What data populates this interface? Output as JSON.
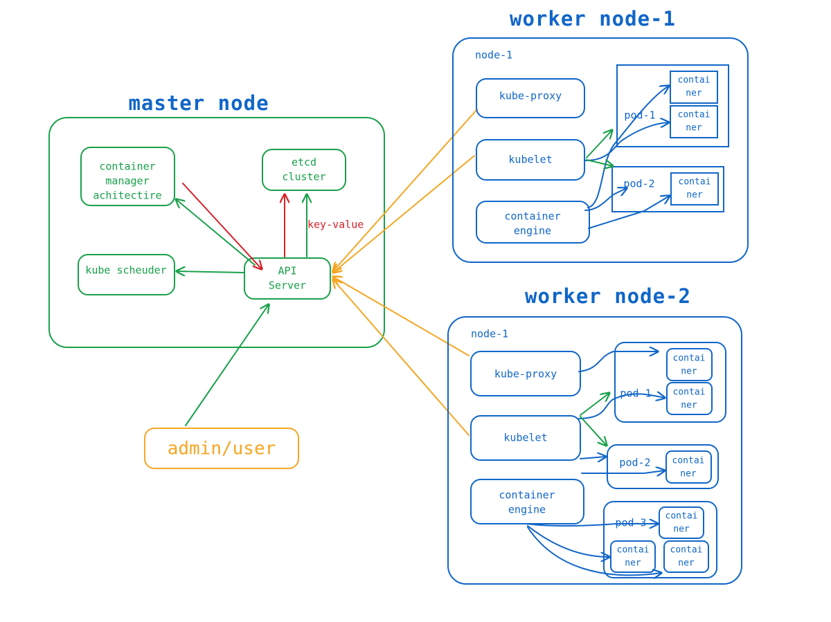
{
  "diagram": {
    "kind": "kubernetes-architecture-diagram",
    "colors": {
      "blue": "#1066c8",
      "green": "#19a04a",
      "red": "#d81f26",
      "orange": "#f5a623",
      "background": "#ffffff"
    },
    "titles": {
      "master": "master node",
      "worker1": "worker node-1",
      "worker2": "worker node-2"
    },
    "master_node": {
      "components": [
        {
          "id": "controller-manager",
          "label_lines": [
            "container",
            "manager",
            "achitectire"
          ]
        },
        {
          "id": "kube-scheduler",
          "label_lines": [
            "kube scheuder"
          ]
        },
        {
          "id": "etcd-cluster",
          "label_lines": [
            "etcd",
            "cluster"
          ]
        },
        {
          "id": "api-server",
          "label_lines": [
            "API",
            "Server"
          ]
        }
      ],
      "edge_labels": [
        {
          "id": "etcd-link",
          "text": "key-value",
          "color": "#d81f26"
        }
      ]
    },
    "actor": {
      "label": "admin/user"
    },
    "worker_node_1": {
      "inner_label": "node-1",
      "components": [
        {
          "id": "kube-proxy",
          "label_lines": [
            "kube-proxy"
          ]
        },
        {
          "id": "kubelet",
          "label_lines": [
            "kubelet"
          ]
        },
        {
          "id": "container-engine",
          "label_lines": [
            "container",
            "engine"
          ]
        }
      ],
      "pods": [
        {
          "id": "pod-1",
          "label": "pod-1",
          "containers": [
            {
              "label_lines": [
                "contai",
                "ner"
              ]
            },
            {
              "label_lines": [
                "contai",
                "ner"
              ]
            }
          ]
        },
        {
          "id": "pod-2",
          "label": "pod-2",
          "containers": [
            {
              "label_lines": [
                "contai",
                "ner"
              ]
            }
          ]
        }
      ]
    },
    "worker_node_2": {
      "inner_label": "node-1",
      "components": [
        {
          "id": "kube-proxy",
          "label_lines": [
            "kube-proxy"
          ]
        },
        {
          "id": "kubelet",
          "label_lines": [
            "kubelet"
          ]
        },
        {
          "id": "container-engine",
          "label_lines": [
            "container",
            "engine"
          ]
        }
      ],
      "pods": [
        {
          "id": "pod-1",
          "label": "pod-1",
          "containers": [
            {
              "label_lines": [
                "contai",
                "ner"
              ]
            },
            {
              "label_lines": [
                "contai",
                "ner"
              ]
            }
          ]
        },
        {
          "id": "pod-2",
          "label": "pod-2",
          "containers": [
            {
              "label_lines": [
                "contai",
                "ner"
              ]
            }
          ]
        },
        {
          "id": "pod-3",
          "label": "pod-3",
          "containers": [
            {
              "label_lines": [
                "contai",
                "ner"
              ]
            },
            {
              "label_lines": [
                "contai",
                "ner"
              ]
            },
            {
              "label_lines": [
                "contai",
                "ner"
              ]
            }
          ]
        }
      ]
    }
  }
}
